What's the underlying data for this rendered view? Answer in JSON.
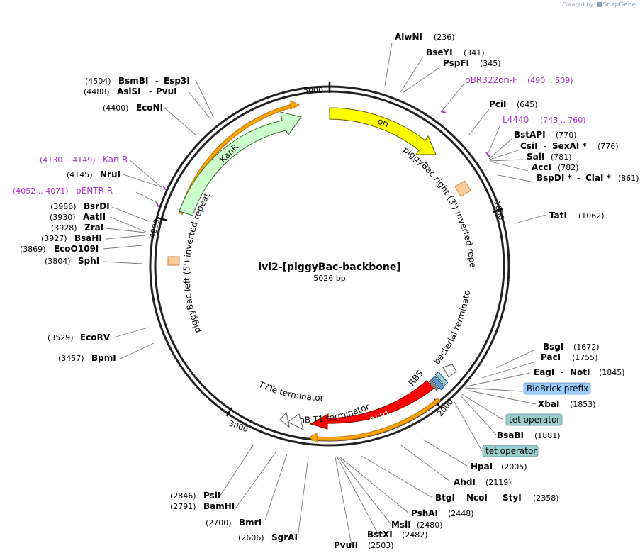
{
  "credit": {
    "prefix": "Created by",
    "brand": "SnapGene"
  },
  "plasmid": {
    "name": "lvl2-[piggyBac-backbone]",
    "length_label": "5026 bp"
  },
  "ticks": {
    "t1": "1000",
    "t2": "2000",
    "t3": "3000",
    "t4": "4000",
    "t5": "5000"
  },
  "features": {
    "ori": "ori",
    "kanr": "KanR",
    "mrfp1": "mRFP1",
    "pb_right": "piggyBac right (3') inverted repeat",
    "pb_left": "piggyBac left (5') inverted repeat",
    "bact_term": "bacterial terminator",
    "rbs": "RBS",
    "t7te": "T7Te terminator",
    "rrnb": "rrnB T1 terminator"
  },
  "colors": {
    "ori": "#ffff00",
    "kanr": "#ccffcc",
    "mrfp1": "#ff0000",
    "orange": "#ffa500",
    "primer": "#aa33cc",
    "teal_box": "#99cccc",
    "blue_box": "#99ccff",
    "salmon": "#ffcc99"
  },
  "sites": {
    "alwni": {
      "name": "AlwNI",
      "pos": "(236)"
    },
    "bseyi": {
      "name": "BseYI",
      "pos": "(341)"
    },
    "pspfi": {
      "name": "PspFI",
      "pos": "(345)"
    },
    "pbr322": {
      "name": "pBR322ori-F",
      "pos": "(490 .. 509)"
    },
    "pcii": {
      "name": "PciI",
      "pos": "(645)"
    },
    "l4440": {
      "name": "L4440",
      "pos": "(743 .. 760)"
    },
    "bstapi": {
      "name": "BstAPI",
      "pos": "(770)"
    },
    "csii": {
      "name": "CsiI",
      "sep": "-",
      "name2": "SexAI *",
      "pos": "(776)"
    },
    "sali": {
      "name": "SalI",
      "pos": "(781)"
    },
    "acci": {
      "name": "AccI",
      "pos": "(782)"
    },
    "bspdi": {
      "name": "BspDI *",
      "sep": "-",
      "name2": "ClaI *",
      "pos": "(861)"
    },
    "tati": {
      "name": "TatI",
      "pos": "(1062)"
    },
    "bsgi": {
      "name": "BsgI",
      "pos": "(1672)"
    },
    "paci": {
      "name": "PacI",
      "pos": "(1755)"
    },
    "eagi": {
      "name": "EagI",
      "sep": "-",
      "name2": "NotI",
      "pos": "(1845)"
    },
    "biobrick": {
      "name": "BioBrick prefix"
    },
    "xbai": {
      "name": "XbaI",
      "pos": "(1853)"
    },
    "tetop1": {
      "name": "tet operator"
    },
    "bsabi": {
      "name": "BsaBI",
      "pos": "(1881)"
    },
    "tetop2": {
      "name": "tet operator"
    },
    "hpai": {
      "name": "HpaI",
      "pos": "(2005)"
    },
    "ahdi": {
      "name": "AhdI",
      "pos": "(2119)"
    },
    "btgi": {
      "name": "BtgI",
      "sep": "-",
      "name2": "NcoI",
      "sep2": "-",
      "name3": "StyI",
      "pos": "(2358)"
    },
    "pshai": {
      "name": "PshAI",
      "pos": "(2448)"
    },
    "msli": {
      "name": "MslI",
      "pos": "(2480)"
    },
    "bstxi": {
      "name": "BstXI",
      "pos": "(2482)"
    },
    "pvuii": {
      "name": "PvuII",
      "pos": "(2503)"
    },
    "sgrai": {
      "name": "SgrAI",
      "pos": "(2606)"
    },
    "bmri": {
      "name": "BmrI",
      "pos": "(2700)"
    },
    "bamhi": {
      "name": "BamHI",
      "pos": "(2791)"
    },
    "psii": {
      "name": "PsiI",
      "pos": "(2846)"
    },
    "bpmi": {
      "name": "BpmI",
      "pos": "(3457)"
    },
    "ecorv": {
      "name": "EcoRV",
      "pos": "(3529)"
    },
    "sphi": {
      "name": "SphI",
      "pos": "(3804)"
    },
    "eco0109i": {
      "name": "EcoO109I",
      "pos": "(3869)"
    },
    "bsahi": {
      "name": "BsaHI",
      "pos": "(3927)"
    },
    "zrai": {
      "name": "ZraI",
      "pos": "(3928)"
    },
    "aatii": {
      "name": "AatII",
      "pos": "(3930)"
    },
    "bsrdi": {
      "name": "BsrDI",
      "pos": "(3986)"
    },
    "pentr": {
      "name": "pENTR-R",
      "pos": "(4052 .. 4071)"
    },
    "nrui": {
      "name": "NruI",
      "pos": "(4145)"
    },
    "kanrprimer": {
      "name": "Kan-R",
      "pos": "(4130 .. 4149)"
    },
    "econi": {
      "name": "EcoNI",
      "pos": "(4400)"
    },
    "asisi": {
      "name": "AsiSI",
      "sep": "-",
      "name2": "PvuI",
      "pos": "(4488)"
    },
    "bsmbi": {
      "name": "BsmBI",
      "sep": "-",
      "name2": "Esp3I",
      "pos": "(4504)"
    }
  }
}
